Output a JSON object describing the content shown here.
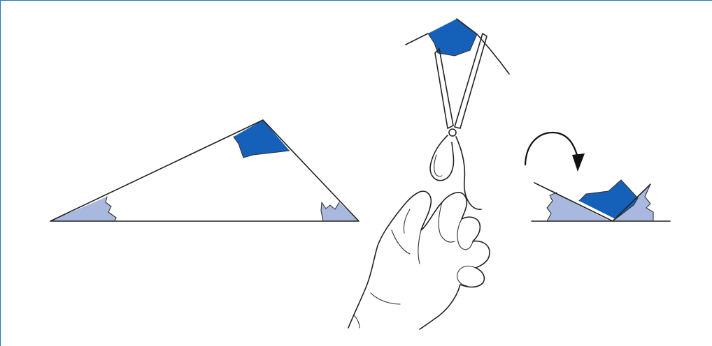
{
  "diagram": {
    "colors": {
      "frame": "#1f73b7",
      "dark_corner": "#1560b8",
      "light_corner": "#a9b8df",
      "outline": "#222222",
      "background": "#ffffff"
    },
    "panels": [
      {
        "name": "triangle",
        "description_icon": "triangle-with-shaded-corners"
      },
      {
        "name": "cutting",
        "description_icon": "hand-with-scissors"
      },
      {
        "name": "rearranged",
        "description_icon": "torn-corners-placed-on-line"
      }
    ]
  }
}
